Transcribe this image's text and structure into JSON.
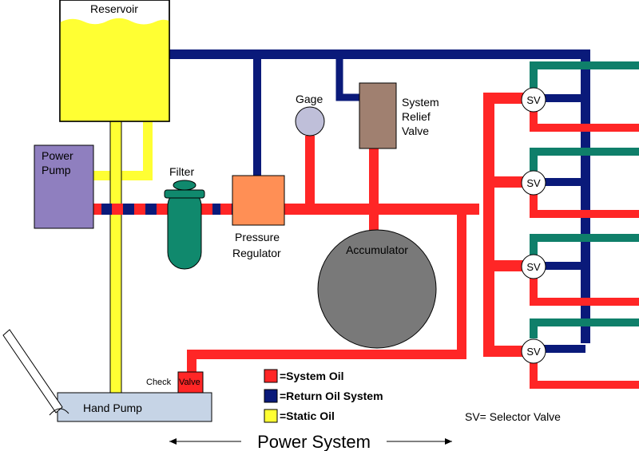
{
  "colors": {
    "system_oil": "#ff2626",
    "return_oil": "#0a1a7a",
    "static_oil": "#ffff33",
    "branch": "#0f7f6a",
    "pump": "#8f7fbf",
    "filter": "#10896d",
    "regulator": "#ff8f55",
    "relief_valve": "#a08070",
    "accumulator": "#797979",
    "gage": "#bfbfd9",
    "hand_pump": "#c6d4e6"
  },
  "labels": {
    "reservoir": "Reservoir",
    "power_pump_line1": "Power",
    "power_pump_line2": "Pump",
    "filter": "Filter",
    "gage": "Gage",
    "relief_line1": "System",
    "relief_line2": "Relief",
    "relief_line3": "Valve",
    "regulator_line1": "Pressure",
    "regulator_line2": "Regulator",
    "accumulator": "Accumulator",
    "check_valve_left": "Check",
    "check_valve_right": "Valve",
    "hand_pump": "Hand Pump",
    "selector_valve": "SV"
  },
  "legend": {
    "system": "=System Oil",
    "return": "=Return Oil System",
    "static": "=Static Oil",
    "sv_note": "SV= Selector Valve"
  },
  "title": "Power System"
}
